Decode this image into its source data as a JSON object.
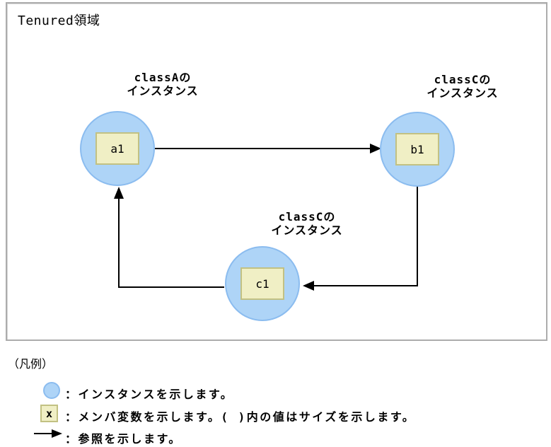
{
  "diagram": {
    "area_title": "Tenured領域",
    "nodes": [
      {
        "id": "a1",
        "label": "a1",
        "caption": "classAの\nインスタンス"
      },
      {
        "id": "b1",
        "label": "b1",
        "caption": "classCの\nインスタンス"
      },
      {
        "id": "c1",
        "label": "c1",
        "caption": "classCの\nインスタンス"
      }
    ],
    "edges": [
      {
        "from": "a1",
        "to": "b1",
        "type": "reference"
      },
      {
        "from": "b1",
        "to": "c1",
        "type": "reference"
      },
      {
        "from": "c1",
        "to": "a1",
        "type": "reference"
      }
    ],
    "colors": {
      "instance_fill": "#aed4f7",
      "instance_border": "#8bbcef",
      "member_fill": "#f0efc5",
      "member_border": "#c2c183",
      "arrow": "#000000",
      "frame_border": "#acacac"
    }
  },
  "legend": {
    "title": "（凡例）",
    "items": [
      {
        "icon": "instance-circle-icon",
        "text": "：インスタンスを示します。"
      },
      {
        "icon": "member-box-icon",
        "icon_label": "x",
        "text": "：メンバ変数を示します。( )内の値はサイズを示します。"
      },
      {
        "icon": "reference-arrow-icon",
        "text": "：参照を示します。"
      }
    ]
  }
}
